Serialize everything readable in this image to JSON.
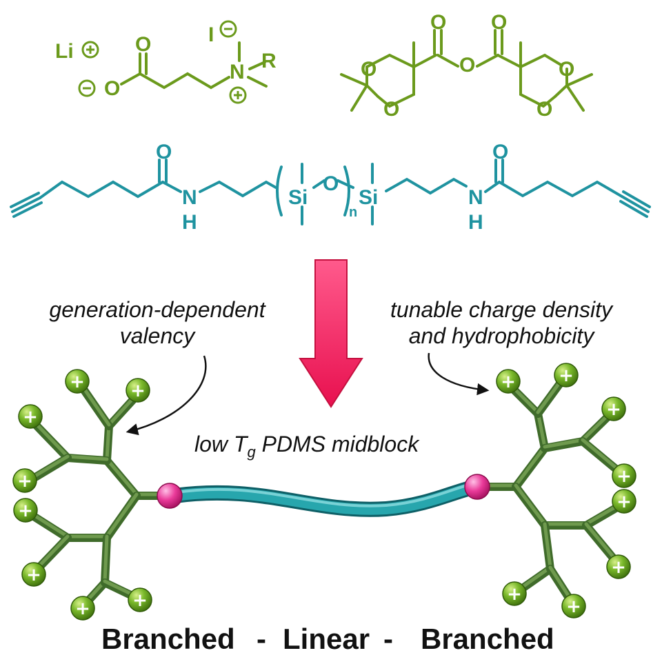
{
  "colors": {
    "green": "#6b9a1c",
    "teal": "#1f93a0",
    "arrow": "#f2336f",
    "dendron_dark": "#3f6b2a",
    "dendron_light": "#6f9a4e",
    "sphere_green": "#6cab1c",
    "junction_pink": "#e8308f",
    "pdms_teal": "#1e9aa0"
  },
  "molecule_salt": {
    "counterion": "Li",
    "carboxylate_oxygen": "O",
    "carbonyl_oxygen": "O",
    "iodide": "I",
    "nitrogen": "N",
    "r_group": "R"
  },
  "molecule_anhydride": {
    "oxygen_label": "O"
  },
  "molecule_pdms": {
    "carbonyl_oxygen": "O",
    "nitrogen": "N",
    "hydrogen": "H",
    "silicon": "Si",
    "siloxane_oxygen": "O",
    "subscript_n": "n"
  },
  "annotations": {
    "left_line1": "generation-dependent",
    "left_line2": "valency",
    "right_line1": "tunable charge density",
    "right_line2": "and hydrophobicity",
    "midblock_prefix": "low ",
    "midblock_T": "T",
    "midblock_sub": "g",
    "midblock_suffix": " PDMS midblock"
  },
  "caption": {
    "left": "Branched",
    "sep1": "-",
    "middle": "Linear",
    "sep2": "-",
    "right": "Branched"
  },
  "plus_symbol": "+"
}
